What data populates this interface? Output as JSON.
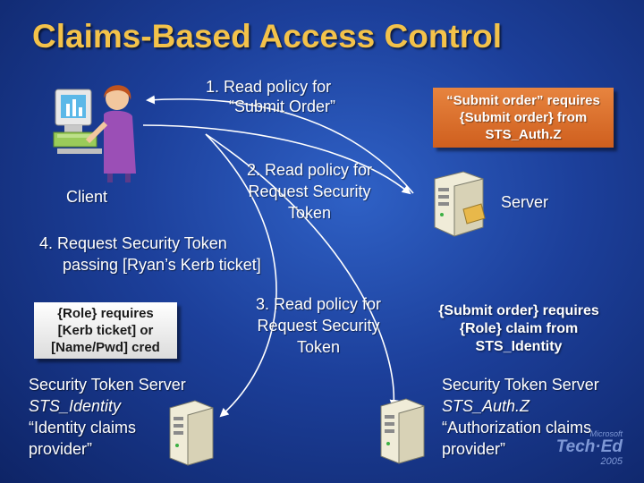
{
  "title": "Claims-Based Access Control",
  "client_label": "Client",
  "server_label": "Server",
  "step1": [
    "1.  Read policy for",
    "“Submit Order”"
  ],
  "step2": [
    "2.  Read policy for",
    "Request Security",
    "Token"
  ],
  "step3": [
    "3.  Read policy for",
    "Request Security",
    "Token"
  ],
  "step4": [
    "4.  Request Security Token",
    "passing [Ryan’s Kerb ticket]"
  ],
  "note_submit": [
    "“Submit order” requires",
    "{Submit order} from",
    "STS_Auth.Z"
  ],
  "note_role": [
    "{Role} requires",
    "[Kerb ticket] or",
    "[Name/Pwd] cred"
  ],
  "note_submit_role": [
    "{Submit order} requires",
    "{Role} claim from",
    "STS_Identity"
  ],
  "sts_identity": [
    "Security Token Server",
    "STS_Identity",
    "“Identity claims",
    "provider”"
  ],
  "sts_authz": [
    "Security Token Server",
    "STS_Auth.Z",
    "“Authorization claims",
    "provider”"
  ],
  "logo": {
    "maker": "Microsoft",
    "brand": "Tech·Ed",
    "year": "2005"
  },
  "colors": {
    "title": "#f3c24a",
    "note_orange": "#e0763a",
    "background": "#1c3f9a"
  }
}
